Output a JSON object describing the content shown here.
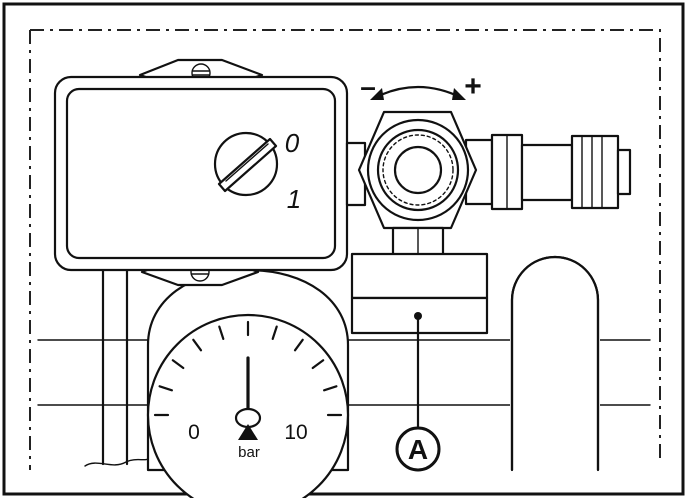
{
  "diagram": {
    "gauge": {
      "min_label": "0",
      "max_label": "10",
      "unit": "bar"
    },
    "dial": {
      "mark_off": "0",
      "mark_on": "1"
    },
    "adjust": {
      "minus": "–",
      "plus": "+"
    },
    "callout": {
      "label": "A"
    }
  }
}
